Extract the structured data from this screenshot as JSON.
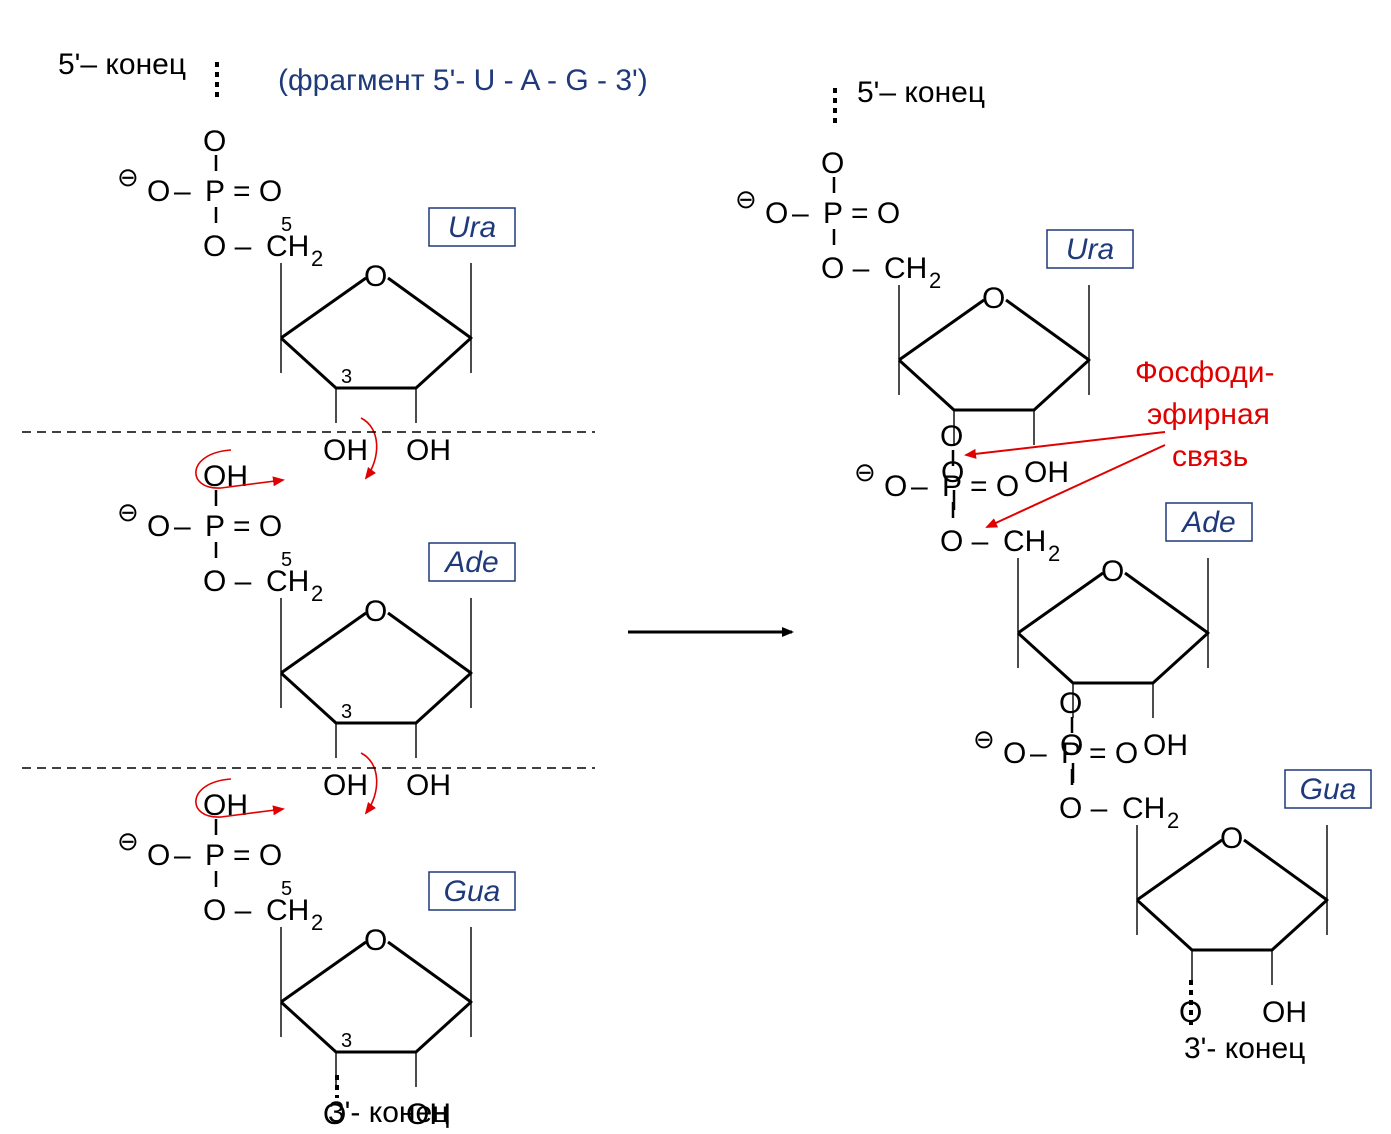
{
  "colors": {
    "title": "#1f3a7a",
    "base_text": "#1f3a7a",
    "base_border": "#1f3a7a",
    "red": "#e00000",
    "black": "#000000"
  },
  "title": "(фрагмент 5ʹ- U - A - G - 3ʹ)",
  "atoms": {
    "oxygen": "O",
    "phosphorus": "P",
    "dbl_oxygen": "= O",
    "dash_o": "O –",
    "o_dash": "– O",
    "hydroxyl": "OH",
    "ch2": "CH",
    "sub2": "2",
    "minus_sign": "⊖",
    "pos5": "5",
    "pos3": "3"
  },
  "left": {
    "top_end": "5ʹ– конец",
    "bottom_end": "3ʹ-  конец",
    "bases": [
      "Ura",
      "Ade",
      "Gua"
    ]
  },
  "right": {
    "top_end": "5ʹ– конец",
    "bottom_end": "3ʹ-  конец",
    "bases": [
      "Ura",
      "Ade",
      "Gua"
    ]
  },
  "annotation": {
    "line1": "Фосфоди-",
    "line2": "эфирная",
    "line3": "связь"
  }
}
